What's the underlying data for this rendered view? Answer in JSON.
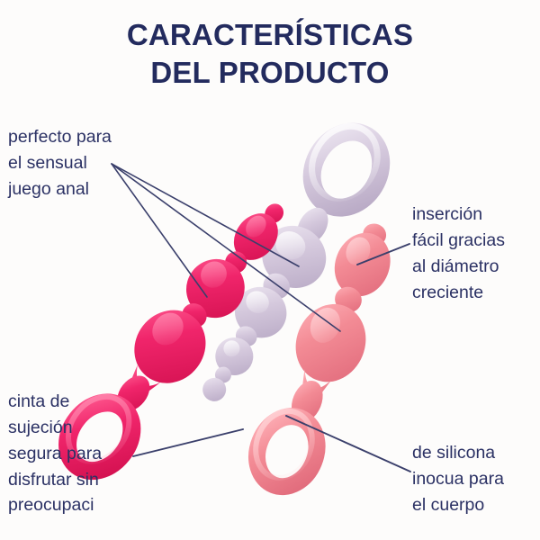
{
  "page": {
    "background_color": "#fdfcfb",
    "text_color": "#2b3164"
  },
  "header": {
    "title_line1": "CARACTERÍSTICAS",
    "title_line2": "DEL PRODUCTO",
    "title_color": "#232b5e"
  },
  "callouts": {
    "top_left": {
      "line1": "perfecto para",
      "line2": "el sensual",
      "line3": "juego anal"
    },
    "right_top": {
      "line1": "inserción",
      "line2": "fácil gracias",
      "line3": "al diámetro",
      "line4": "creciente"
    },
    "bottom_left": {
      "line1": "cinta de",
      "line2": "sujeción",
      "line3": "segura para",
      "line4": "disfrutar sin",
      "line5": "preocupaci"
    },
    "bottom_right": {
      "line1": "de silicona",
      "line2": "inocua para",
      "line3": "el cuerpo"
    }
  },
  "products": [
    {
      "name": "magenta-beaded-plug",
      "color": "#f0256b",
      "color_light": "#ff6f9e",
      "color_dark": "#c9114f",
      "loop_position": "bottom-left"
    },
    {
      "name": "lavender-beaded-plug",
      "color": "#cfc2d8",
      "color_light": "#e8e0ee",
      "color_dark": "#b0a0bd",
      "loop_position": "top-right"
    },
    {
      "name": "coral-beaded-plug",
      "color": "#f38b95",
      "color_light": "#ffb6bb",
      "color_dark": "#e06b78",
      "loop_position": "bottom-center"
    }
  ],
  "leader_lines": {
    "color": "#3a3f6b",
    "count": 6
  }
}
